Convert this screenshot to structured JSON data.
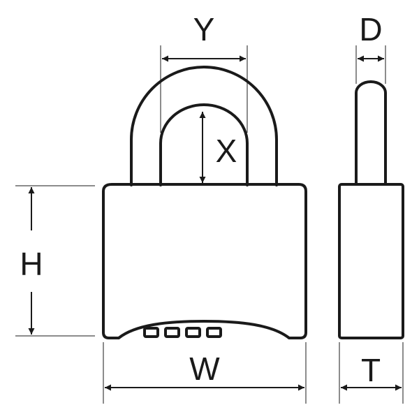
{
  "diagram": {
    "labels": {
      "y": "Y",
      "d": "D",
      "x": "X",
      "h": "H",
      "w": "W",
      "t": "T"
    },
    "line_color": "#1a1a1a",
    "background": "#ffffff"
  }
}
